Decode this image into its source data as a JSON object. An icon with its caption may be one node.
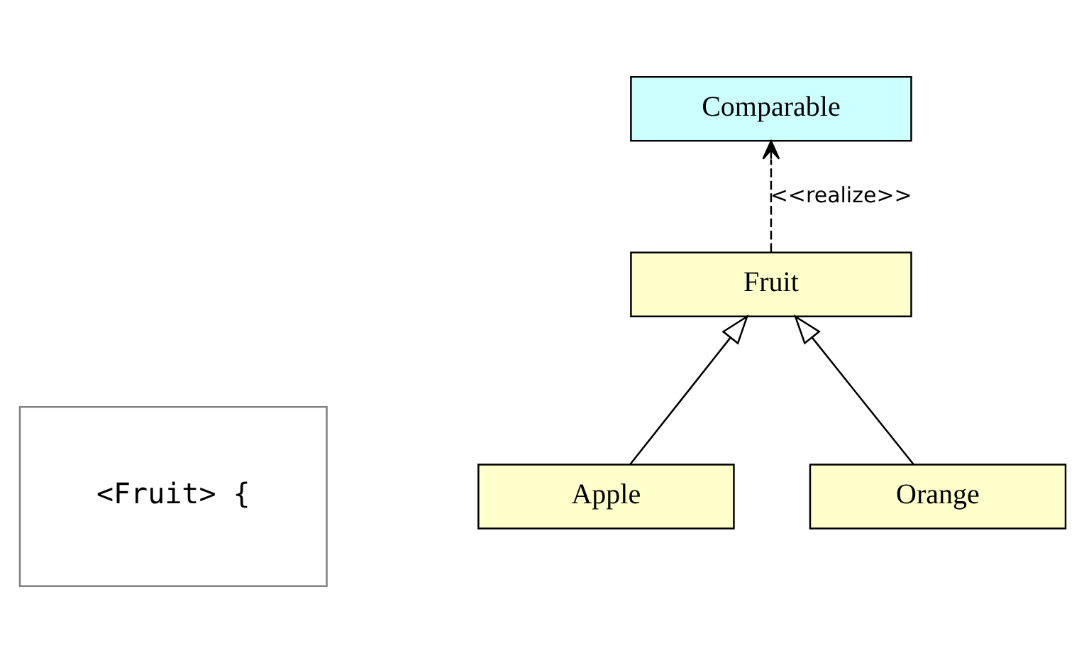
{
  "diagram": {
    "nodes": [
      {
        "text": [
          "Comparable"
        ]
      },
      {
        "text": [
          "Fruit"
        ]
      },
      {
        "text": [
          "Apple"
        ]
      },
      {
        "text": [
          "<Fruit> {"
        ]
      },
      {
        "text": [
          "Orange"
        ]
      }
    ],
    "edges": [
      {
        "from": 1,
        "to": 0,
        "arrow": "to",
        "style": "dashed",
        "label": "<<realize>>"
      },
      {
        "from": 2,
        "to": 1,
        "arrow": "to"
      },
      {
        "from": 4,
        "to": 1,
        "arrow": "to"
      }
    ]
  }
}
